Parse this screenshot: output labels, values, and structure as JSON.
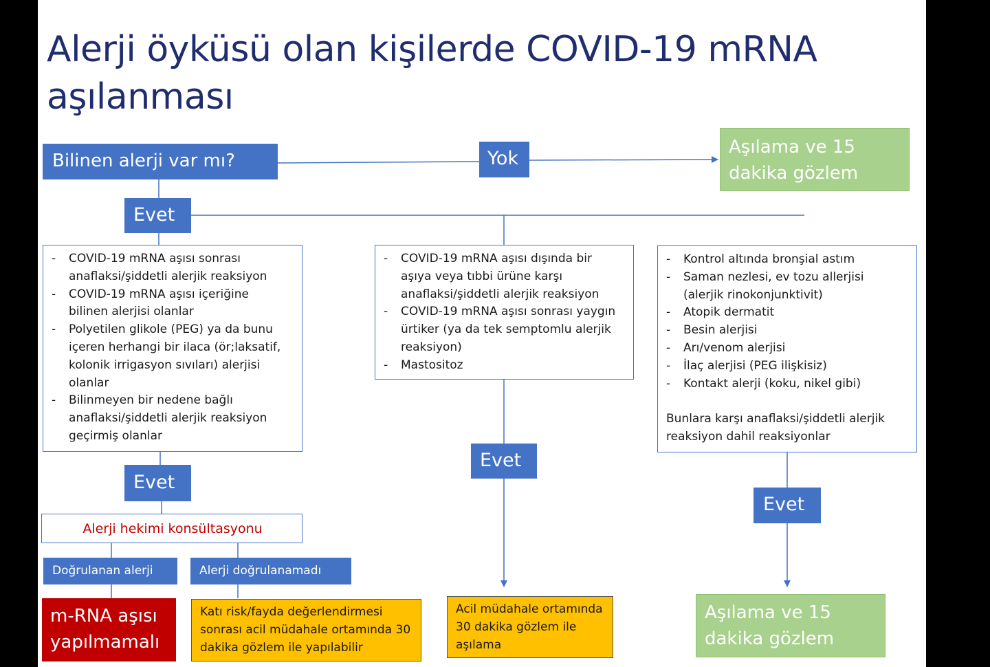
{
  "title": "Alerji öyküsü olan kişilerde COVID-19 mRNA aşılanması",
  "question": "Bilinen alerji var mı?",
  "no_label": "Yok",
  "yes_label": "Evet",
  "vaccinate_label": "Aşılama ve 15 dakika gözlem",
  "left_column": {
    "items": [
      "COVID-19 mRNA aşısı sonrası anaflaksi/şiddetli alerjik reaksiyon",
      "COVID-19 mRNA aşısı içeriğine bilinen alerjisi olanlar",
      "Polyetilen glikole (PEG) ya da bunu içeren herhangi bir ilaca (ör;laksatif, kolonik irrigasyon sıvıları) alerjisi olanlar",
      "Bilinmeyen bir nedene bağlı anaflaksi/şiddetli alerjik reaksiyon geçirmiş olanlar"
    ],
    "consult": "Alerji hekimi konsültasyonu",
    "confirmed": "Doğrulanan alerji",
    "not_confirmed": "Alerji doğrulanamadı",
    "no_vaccine": "m-RNA aşısı yapılmamalı",
    "risk_benefit": "Katı risk/fayda değerlendirmesi sonrası acil müdahale ortamında 30 dakika gözlem ile yapılabilir"
  },
  "middle_column": {
    "items": [
      "COVID-19 mRNA aşısı dışında bir aşıya veya tıbbi ürüne karşı anaflaksi/şiddetli alerjik reaksiyon",
      "COVID-19 mRNA aşısı sonrası yaygın ürtiker (ya da tek semptomlu alerjik reaksiyon)",
      "Mastositoz"
    ],
    "outcome": "Acil müdahale ortamında 30 dakika gözlem ile aşılama"
  },
  "right_column": {
    "items": [
      "Kontrol altında bronşial astım",
      "Saman nezlesi, ev tozu allerjisi (alerjik rinokonjunktivit)",
      "Atopik dermatit",
      "Besin alerjisi",
      "Arı/venom alerjisi",
      "İlaç alerjisi (PEG ilişkisiz)",
      "Kontakt alerji (koku, nikel gibi)"
    ],
    "note": "Bunlara karşı anaflaksi/şiddetli alerjik reaksiyon dahil reaksiyonlar"
  },
  "colors": {
    "blue": "#4472c4",
    "green": "#a9d18e",
    "orange": "#ffc000",
    "red": "#c00000",
    "consult_text": "#c00000",
    "title": "#1f2d6e"
  }
}
